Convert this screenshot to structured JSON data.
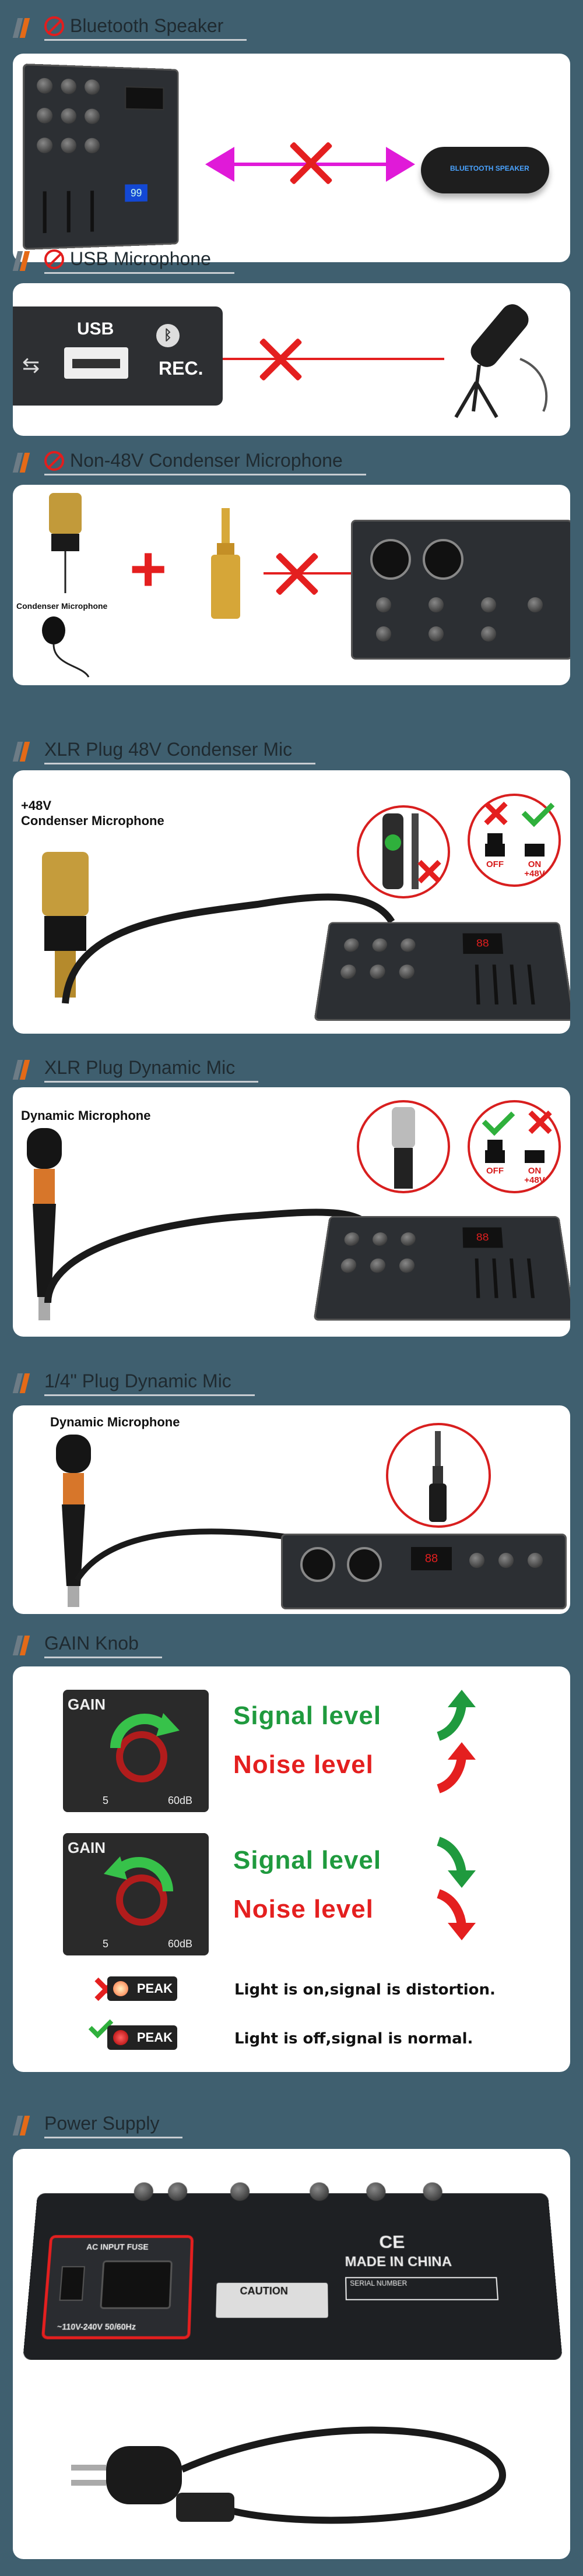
{
  "sections": {
    "bluetooth": {
      "title": "Bluetooth Speaker",
      "speaker_text": "BLUETOOTH SPEAKER"
    },
    "usb": {
      "title": "USB Microphone",
      "usb_label": "USB",
      "rec_label": "REC."
    },
    "non48v": {
      "title": "Non-48V Condenser Microphone",
      "mic_label": "Condenser Microphone",
      "plus": "+"
    },
    "xlr48v": {
      "title": "XLR Plug 48V Condenser Mic",
      "mic_label_line1": "+48V",
      "mic_label_line2": "Condenser Microphone",
      "off_label": "OFF",
      "on_label": "ON\n+48V"
    },
    "xlrdyn": {
      "title": "XLR Plug Dynamic Mic",
      "mic_label": "Dynamic Microphone",
      "off_label": "OFF",
      "on_label": "ON\n+48V"
    },
    "quarter": {
      "title": "1/4\" Plug Dynamic Mic",
      "mic_label": "Dynamic Microphone"
    },
    "gain": {
      "title": "GAIN Knob",
      "knob_label": "GAIN",
      "knob_min": "5",
      "knob_max": "60dB",
      "row1": {
        "signal": "Signal level",
        "noise": "Noise level"
      },
      "row2": {
        "signal": "Signal level",
        "noise": "Noise level"
      },
      "peak_label": "PEAK",
      "statement_on": "Light is on,signal is distortion.",
      "statement_off": "Light is off,signal is normal."
    },
    "power": {
      "title": "Power Supply",
      "fuse_label": "AC INPUT FUSE",
      "voltage": "~110V-240V 50/60Hz",
      "caution": "CAUTION",
      "made_in": "MADE IN CHINA",
      "ce": "CE",
      "serial": "SERIAL NUMBER"
    }
  },
  "colors": {
    "accent": "#e46a17",
    "danger": "#e41f1f",
    "ok": "#1f9a3e",
    "band": "#3f5f6f"
  }
}
